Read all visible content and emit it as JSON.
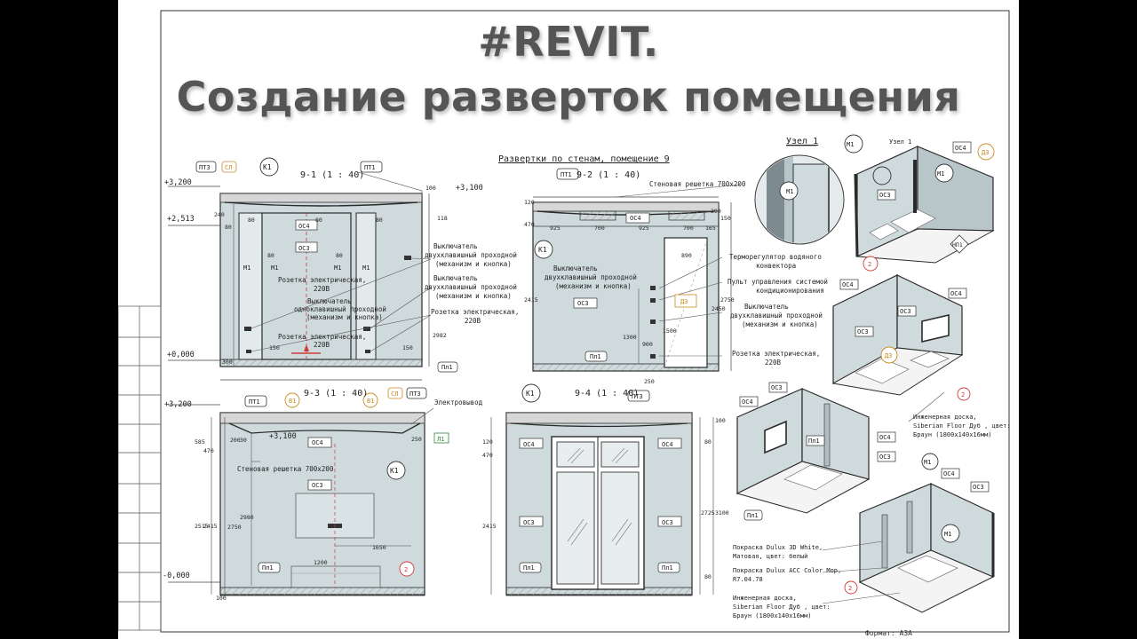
{
  "headline": {
    "line1": "#REVIT.",
    "line2": "Создание разверток помещения"
  },
  "sheet": {
    "caption": "Развертки по стенам, помещение 9",
    "node_title": "Узел 1",
    "format": "Формат: А3А"
  },
  "views": {
    "v1": "9-1 (1 : 40)",
    "v2": "9-2 (1 : 40)",
    "v3": "9-3 (1 : 40)",
    "v4": "9-4 (1 : 40)"
  },
  "levels": {
    "l3200": "+3,200",
    "l2513": "+2,513",
    "l0000": "+0,000",
    "l3100": "+3,100",
    "lm0000": "-0,000"
  },
  "tags": {
    "pt3": "ПТ3",
    "sl": "СЛ",
    "k1": "К1",
    "pt1": "ПТ1",
    "os4": "ОС4",
    "os3": "ОС3",
    "m1": "М1",
    "pl1": "Пл1",
    "d3": "Д3",
    "np1": "НП1",
    "v1": "В1",
    "l1": "Л1",
    "n2": "2"
  },
  "notes": {
    "switch2_a": "Выключатель",
    "switch2_b": "двухклавишный проходной",
    "switch2_c": "(механизм и кнопка)",
    "switch1_a": "Выключатель",
    "switch1_b": "одноклавишный проходной",
    "switch1_c": "(механизм и кнопка)",
    "socket_a": "Розетка электрическая,",
    "socket_b": "220В",
    "grille": "Стеновая решетка 700х200",
    "thermo_a": "Терморегулятор водяного",
    "thermo_b": "конвектора",
    "ac_a": "Пульт управления системой",
    "ac_b": "кондиционирования",
    "electro": "Электровывод",
    "floor_a": "Инженерная доска,",
    "floor_b": "Siberian Floor Дуб , цвет:",
    "floor_c": "Браун (1800х140х16мм)",
    "paint1_a": "Покраска Dulux 3D White,",
    "paint1_b": "Матовая, цвет: белый",
    "paint2_a": "Покраска Dulux ACC Color Mop,",
    "paint2_b": "R7.04.78",
    "node_ref": "Узел 1"
  },
  "dims": {
    "d240": "240",
    "d80": "80",
    "d100": "100",
    "d118": "118",
    "d2982": "2982",
    "d150": "150",
    "d300": "300",
    "d925": "925",
    "d700": "700",
    "d165": "165",
    "d120": "120",
    "d470": "470",
    "d2415": "2415",
    "d890": "890",
    "d2750": "2750",
    "d2450": "2450",
    "d1300": "1300",
    "d900": "900",
    "d1500": "1500",
    "d250": "250",
    "d585": "585",
    "d2515": "2515",
    "d2980": "2980",
    "d1200": "1200",
    "d1650": "1650",
    "d200": "200",
    "d30": "30",
    "d2725": "2725",
    "d3100": "3100"
  },
  "colors": {
    "wall": "#cfdadd",
    "ceiling": "#d7d7d7",
    "outline": "#2a2a2a",
    "orange_tag": "#c98a1f",
    "red_tag": "#d23a3a",
    "green_tag": "#2e8b3a"
  }
}
